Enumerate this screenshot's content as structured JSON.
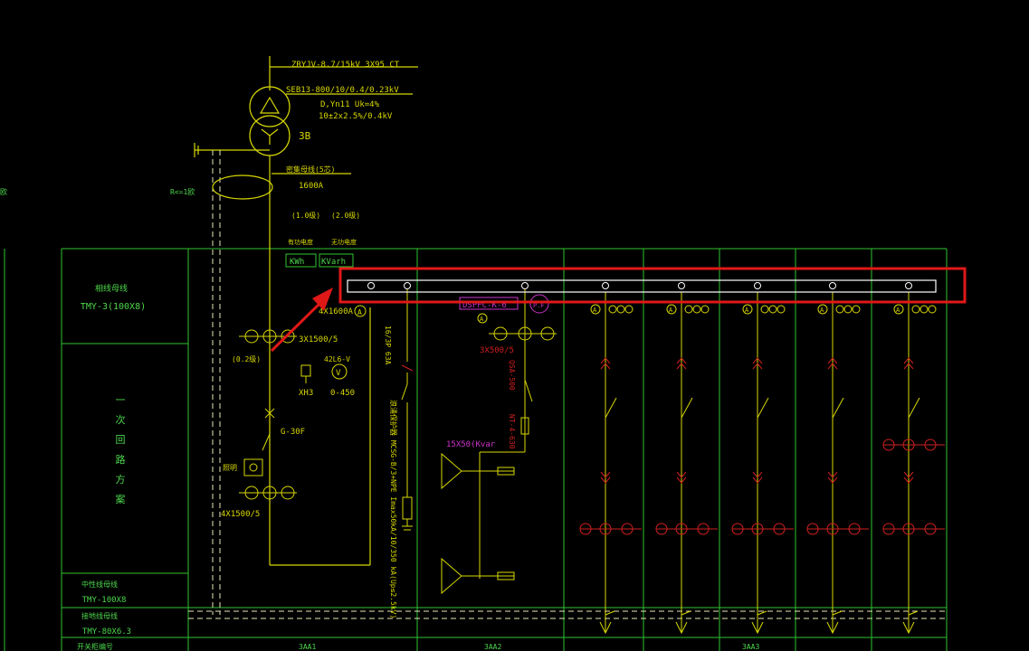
{
  "colors": {
    "background": "#000000",
    "frame": "#2fc32f",
    "text_green": "#4cd64c",
    "text_yellow": "#d7d700",
    "busbar": "#ffffff",
    "highlight": "#e01818",
    "breaker_red": "#d11f1f",
    "label_magenta": "#cc33cc",
    "ground_dash": "#e8e8b8"
  },
  "incoming": {
    "cable_spec": "ZRYJV-8.7/15kV 3X95 CT",
    "transformer_spec": "SEB13-800/10/0.4/0.23kV",
    "vector_group": "D,Yn11 Uk=4%",
    "tap_ratio": "10±2x2.5%/0.4kV",
    "transformer_tag": "3B",
    "ground_resistance": "R<=1欧",
    "bus_duct_label": "密集母线(5芯)",
    "bus_duct_current": "1600A",
    "accuracy_left": "(1.0级)",
    "accuracy_right": "(2.0级)",
    "meter_label_1": "有功电度",
    "meter_label_2": "无功电度",
    "meter_kwh": "KWh",
    "meter_kvarh": "KVarh"
  },
  "left_panel": {
    "main_bus_title": "相线母线",
    "main_bus_spec": "TMY-3(100X8)",
    "primary_circuit_title": "一 次 回 路 方 案",
    "neutral_bus_title": "中性线母线",
    "neutral_bus_spec": "TMY-100X8",
    "ground_bus_title": "接地线母线",
    "ground_bus_spec": "TMY-80X6.3",
    "cabinet_no_label": "开关柜编号"
  },
  "incoming_cabinet": {
    "breaker_rating": "4X1600A",
    "ct_main": "3X1500/5",
    "ct_accuracy": "(0.2级)",
    "voltmeter_switch": "42L6-V",
    "voltmeter_range": "0-450",
    "indicator_tag": "XH3",
    "breaker_model": "G-30F",
    "cabinet_light_label": "照明",
    "ct_secondary": "4X1500/5",
    "cabinet_no": "3AA1"
  },
  "spd_cabinet": {
    "spd_fuse": "16/3P 63A",
    "spd_spec": "浪涌保护器 MCSG-B/3+NPE Imax50kA/10/350 kA(Up≤2.5kV)"
  },
  "capacitor_cabinet": {
    "controller": "DSPFC-K-6",
    "pf_meter": "P.F",
    "ct_spec": "3X500/5",
    "fuse_switch": "QSA-500",
    "fuse_spec": "NT-4-630",
    "capacitor_spec": "15X50(Kvar",
    "cabinet_no": "3AA2"
  },
  "feeder_cabinets": {
    "ammeter": "A",
    "cabinet_no": "3AA3",
    "count": 5
  },
  "annotation": {
    "note": "busbar highlight"
  }
}
